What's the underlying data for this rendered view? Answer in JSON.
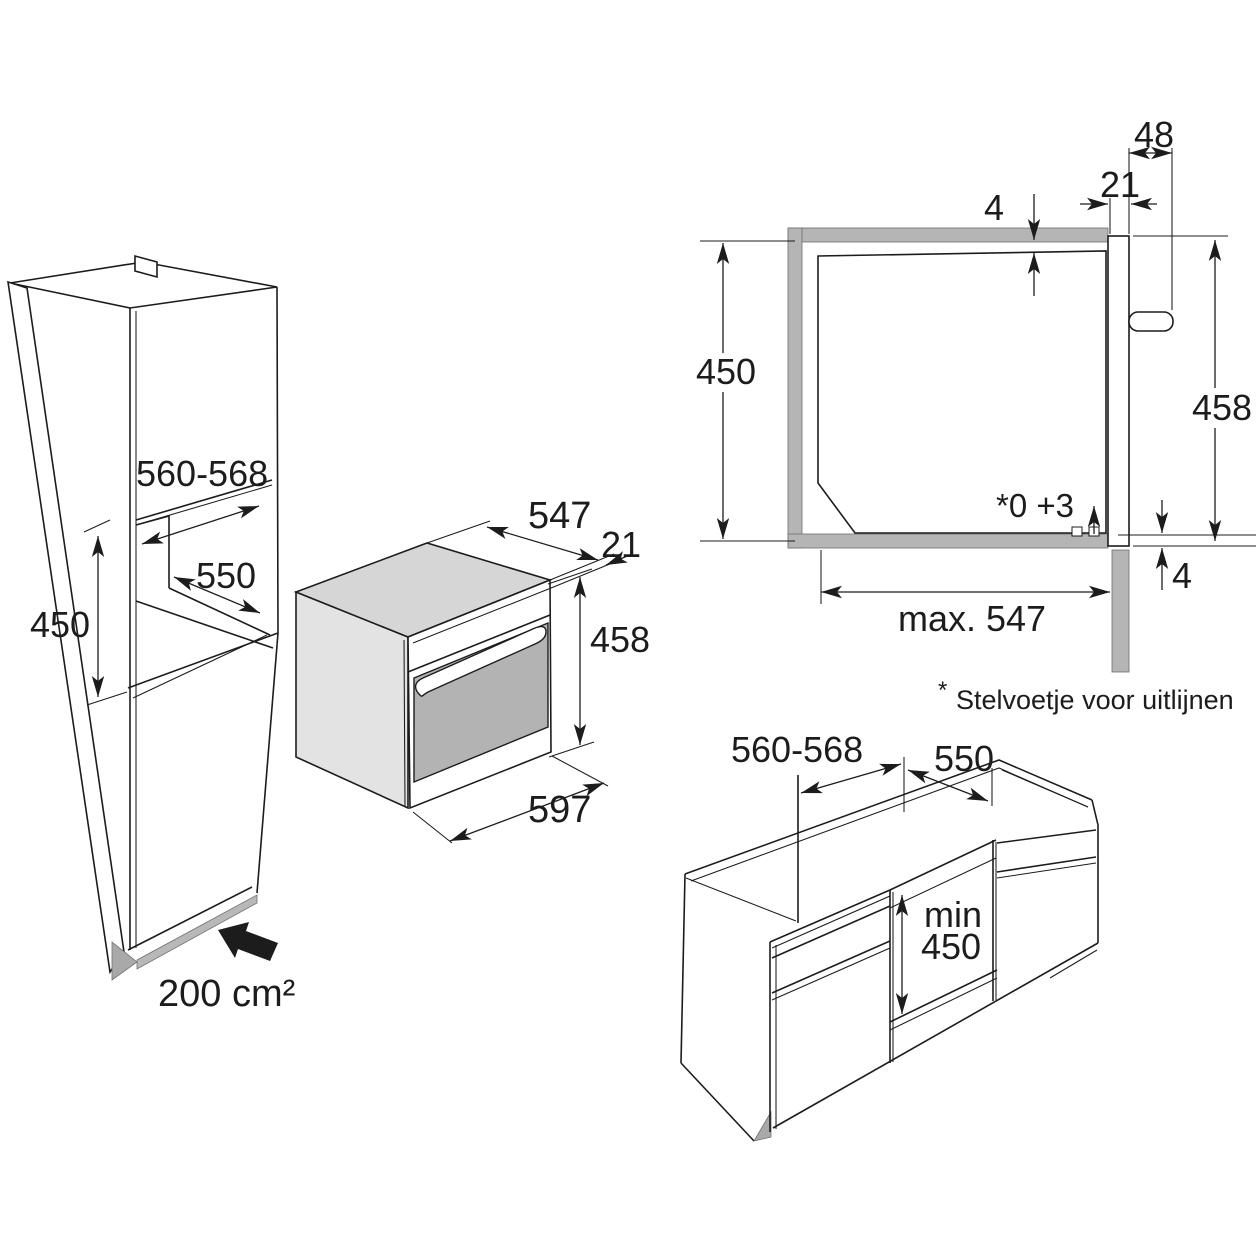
{
  "colors": {
    "background": "#ffffff",
    "line": "#1c1c1c",
    "niche_wall_gray": "#b5b5b5",
    "oven_top_gray": "#d6d6d6",
    "oven_side_gray": "#e3e3e3",
    "oven_door_gray": "#b3b3b3",
    "plinth_gray": "#b8b8b8",
    "plinth_dark_gray": "#a9a9a9"
  },
  "tall_cabinet": {
    "niche_width": "560-568",
    "niche_depth": "550",
    "niche_height": "450",
    "ventilation_area": "200 cm²"
  },
  "oven": {
    "depth": "547",
    "front_offset": "21",
    "height": "458",
    "width": "597"
  },
  "section": {
    "handle_clearance": "48",
    "door_thickness": "21",
    "top_clearance": "4",
    "niche_height": "450",
    "appliance_height": "458",
    "feet_adjustment": "*0 +3",
    "bottom_clearance": "4",
    "max_depth": "max. 547",
    "footnote_mark": "*",
    "footnote": "Stelvoetje voor uitlijnen"
  },
  "base_cabinets": {
    "niche_width": "560-568",
    "niche_depth": "550",
    "min_label": "min",
    "min_height": "450"
  }
}
